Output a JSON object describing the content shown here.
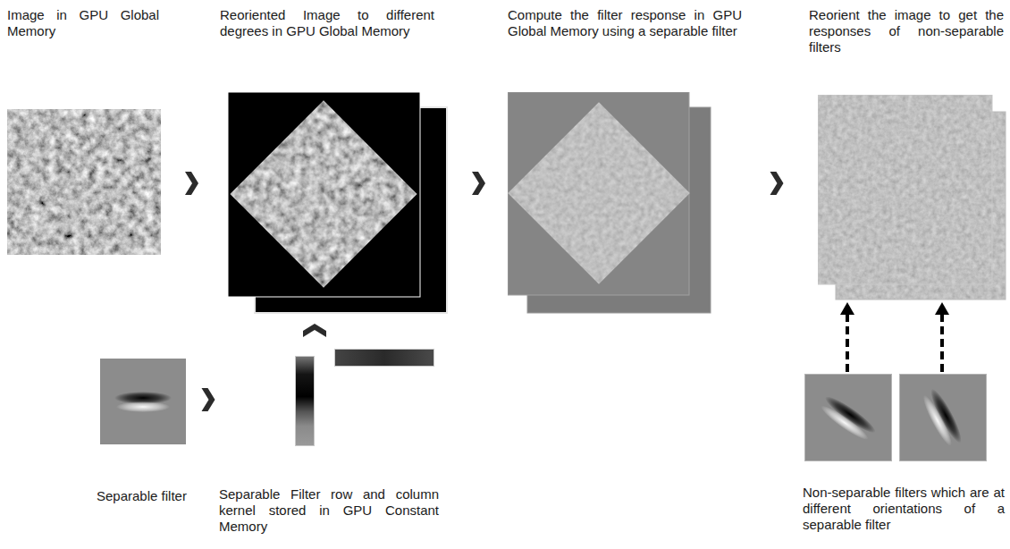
{
  "diagram": {
    "nodes": [
      {
        "text": [
          "Image in GPU Global Memory"
        ]
      },
      {
        "text": [
          "Reoriented Image to different degrees in GPU Global Memory"
        ]
      },
      {
        "text": [
          "Compute the filter response in GPU Global Memory using a separable filter"
        ]
      },
      {
        "text": [
          "Reorient the image to get the responses of non-separable filters"
        ]
      },
      {
        "text": [
          "Separable filter"
        ]
      },
      {
        "text": [
          "Separable Filter row and column kernel stored in GPU Constant Memory"
        ]
      },
      {
        "text": [
          "Non-separable filters which are at different orientations of a separable filter"
        ]
      }
    ],
    "edges": [
      {
        "from": 0,
        "to": 1,
        "arrow": "to"
      },
      {
        "from": 1,
        "to": 2,
        "arrow": "to"
      },
      {
        "from": 2,
        "to": 3,
        "arrow": "to"
      },
      {
        "from": 4,
        "to": 5,
        "arrow": "to"
      },
      {
        "from": 5,
        "to": 1,
        "arrow": "to"
      },
      {
        "from": 6,
        "to": 3,
        "arrow": "to"
      },
      {
        "from": 6,
        "to": 3,
        "arrow": "to"
      }
    ]
  }
}
